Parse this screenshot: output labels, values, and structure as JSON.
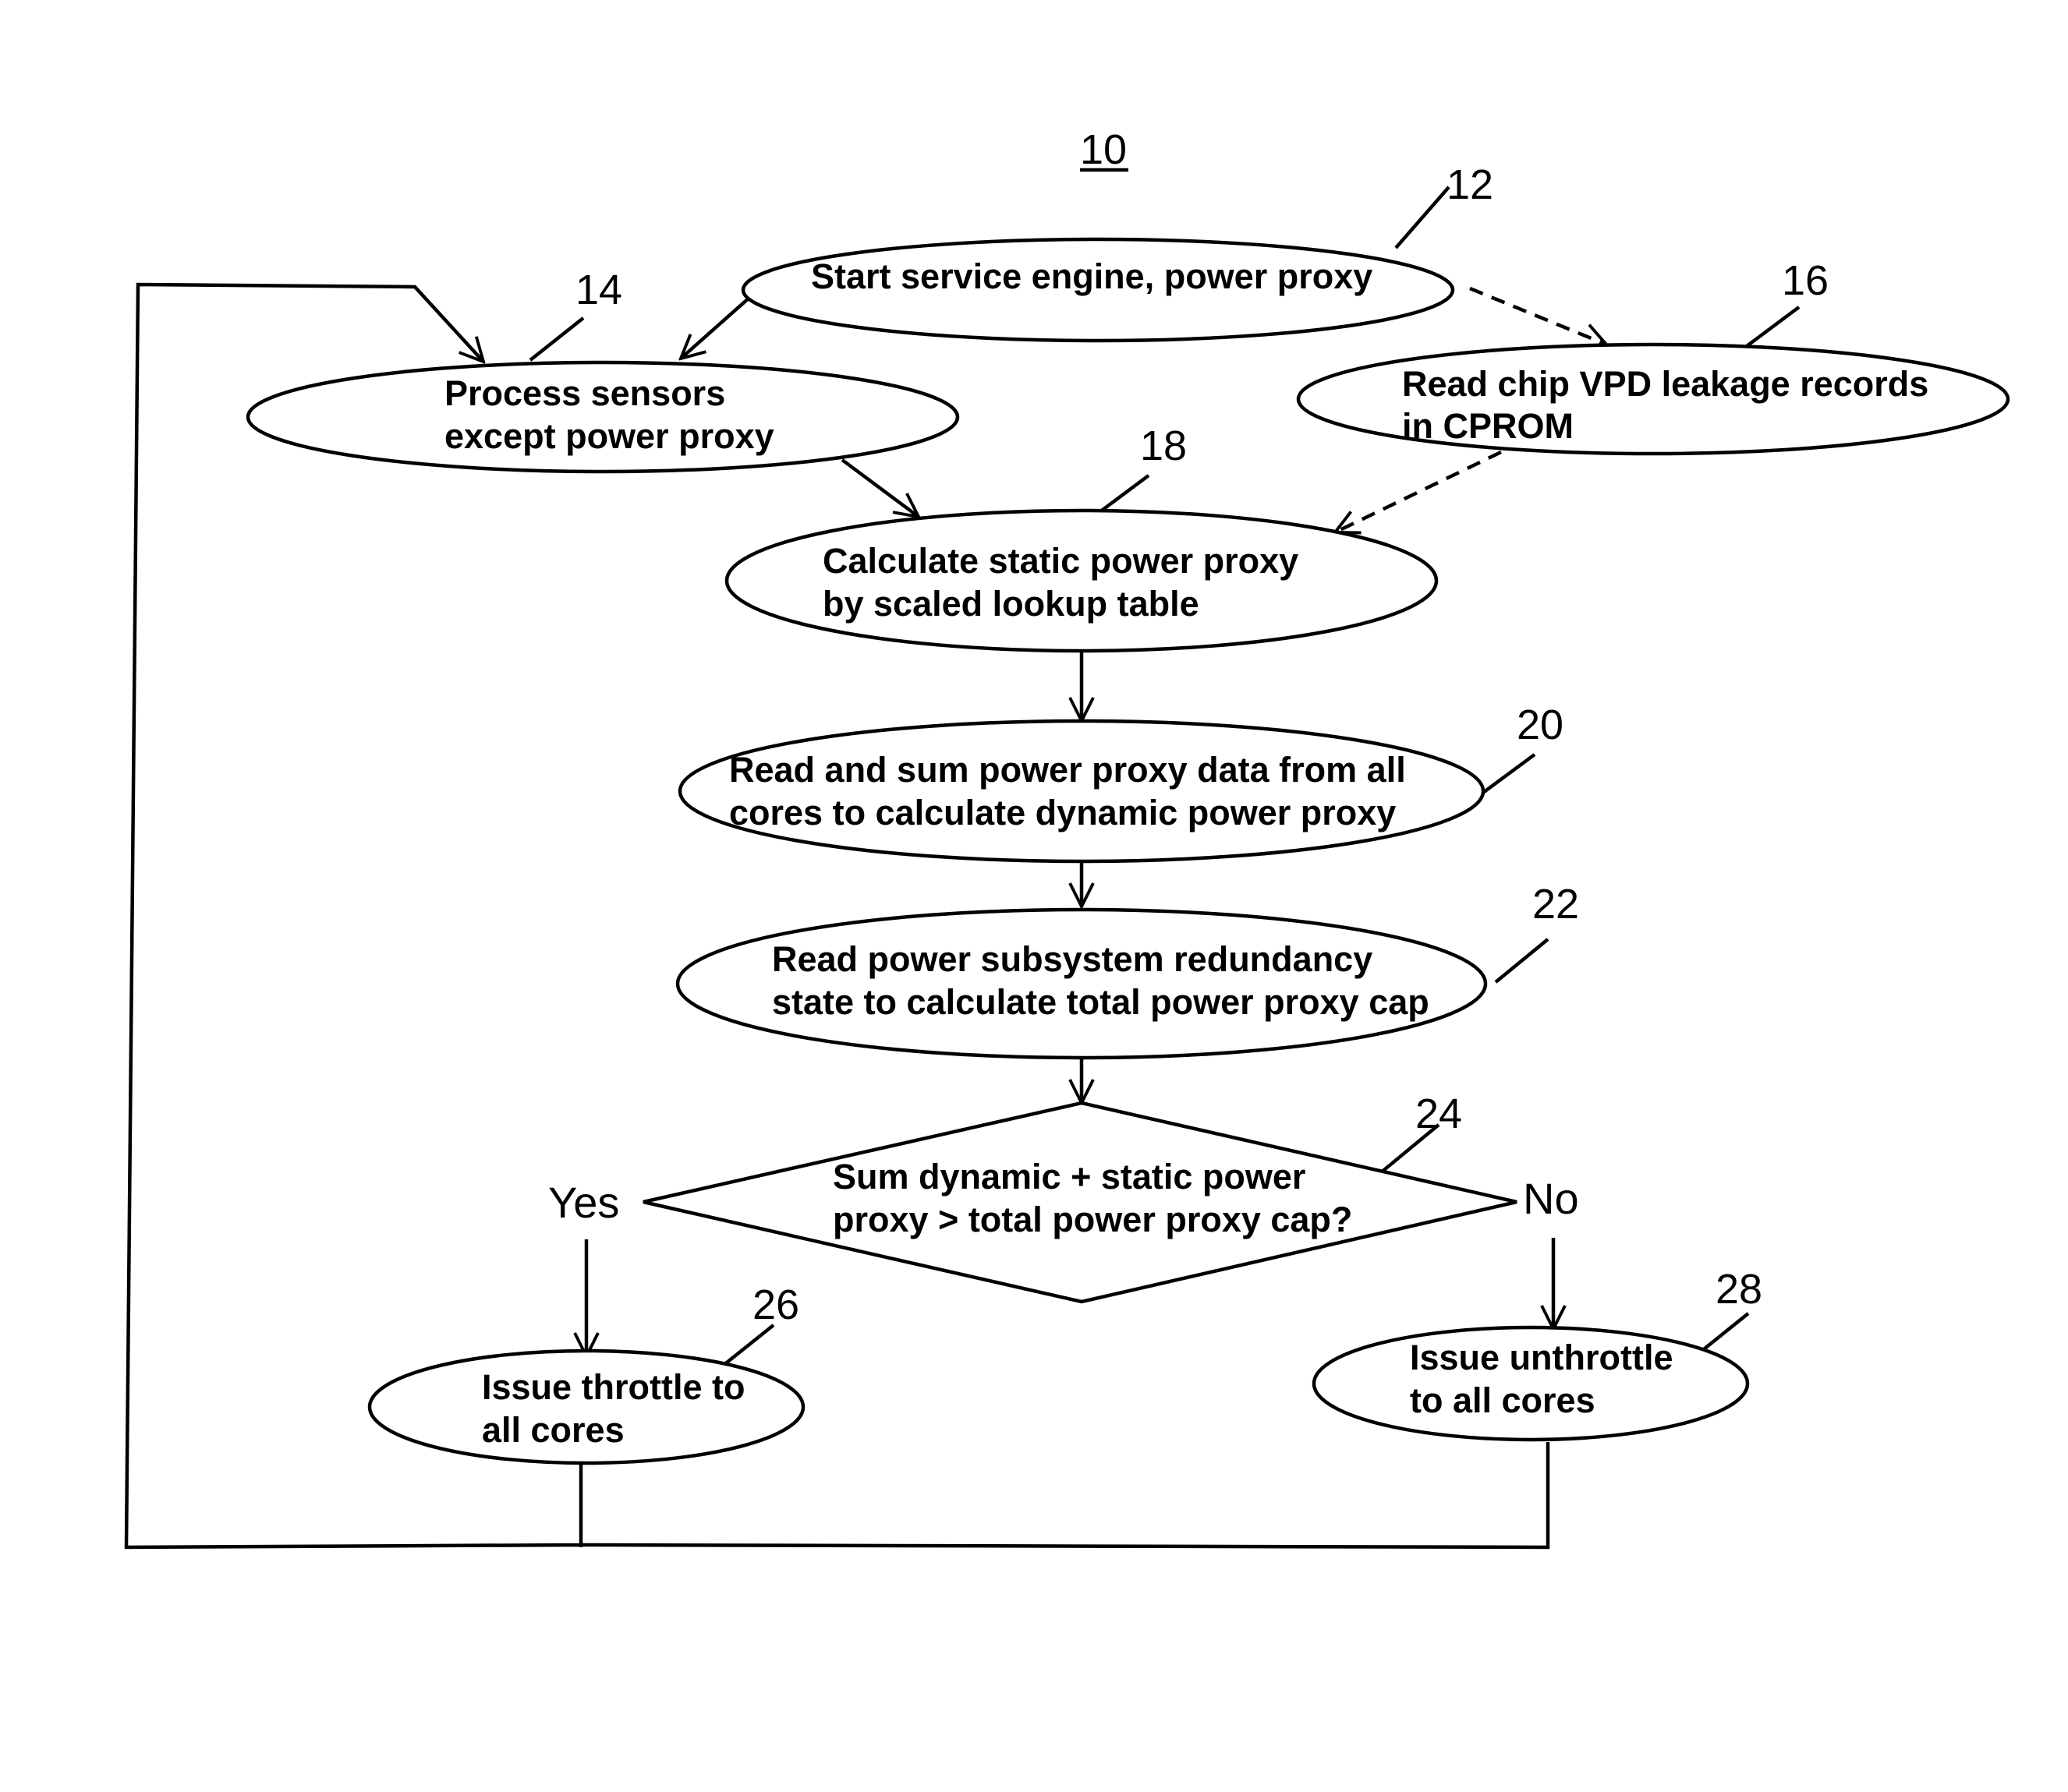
{
  "figure_number": "10",
  "nodes": {
    "n12": {
      "ref": "12",
      "lines": [
        "Start service engine, power proxy"
      ]
    },
    "n14": {
      "ref": "14",
      "lines": [
        "Process sensors",
        "except power proxy"
      ]
    },
    "n16": {
      "ref": "16",
      "lines": [
        "Read chip VPD leakage records",
        "in CPROM"
      ]
    },
    "n18": {
      "ref": "18",
      "lines": [
        "Calculate static power proxy",
        "by scaled lookup table"
      ]
    },
    "n20": {
      "ref": "20",
      "lines": [
        "Read and sum power proxy data from all",
        "cores to calculate dynamic power proxy"
      ]
    },
    "n22": {
      "ref": "22",
      "lines": [
        "Read power subsystem redundancy",
        "state to calculate total power proxy cap"
      ]
    },
    "n24": {
      "ref": "24",
      "lines": [
        "Sum dynamic + static power",
        "proxy > total power proxy cap?"
      ]
    },
    "n26": {
      "ref": "26",
      "lines": [
        "Issue throttle to",
        "all cores"
      ]
    },
    "n28": {
      "ref": "28",
      "lines": [
        "Issue unthrottle",
        "to all cores"
      ]
    }
  },
  "branches": {
    "yes": "Yes",
    "no": "No"
  }
}
